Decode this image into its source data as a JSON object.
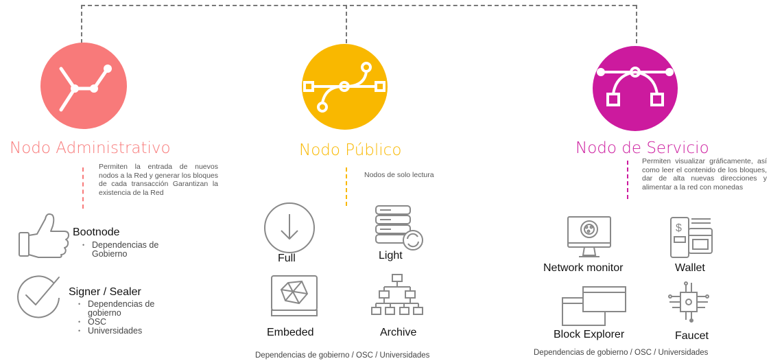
{
  "colors": {
    "admin": "#F87A7A",
    "public": "#F9B800",
    "service": "#CC1A9E",
    "connector": "#777777",
    "icon": "#888888"
  },
  "admin": {
    "title": "Nodo Administrativo",
    "icon": "branch-network-icon",
    "description": "Permiten la entrada de nuevos nodos a la Red y generar los bloques de cada transacción Garantizan la existencia de la Red",
    "items": [
      {
        "label": "Bootnode",
        "icon": "thumbs-up-icon",
        "sub": [
          "Dependencias de Gobierno"
        ]
      },
      {
        "label": "Signer / Sealer",
        "icon": "checkmark-icon",
        "sub": [
          "Dependencias de gobierno",
          "OSC",
          "Universidades"
        ]
      }
    ]
  },
  "public": {
    "title": "Nodo Público",
    "icon": "path-nodes-icon",
    "description": "Nodos de solo lectura",
    "items": [
      {
        "label": "Full",
        "icon": "download-icon"
      },
      {
        "label": "Light",
        "icon": "server-sync-icon"
      },
      {
        "label": "Embeded",
        "icon": "embedded-chip-icon"
      },
      {
        "label": "Archive",
        "icon": "hierarchy-icon"
      }
    ],
    "footer": "Dependencias de gobierno / OSC / Universidades"
  },
  "service": {
    "title": "Nodo de Servicio",
    "icon": "bezier-curve-icon",
    "description": "Permiten visualizar gráficamente, así como leer el contenido de los bloques, dar de alta nuevas direcciones y alimentar a la red con monedas",
    "items": [
      {
        "label": "Network monitor",
        "icon": "monitor-icon"
      },
      {
        "label": "Wallet",
        "icon": "wallet-icon"
      },
      {
        "label": "Block Explorer",
        "icon": "windows-icon"
      },
      {
        "label": "Faucet",
        "icon": "circuit-icon"
      }
    ],
    "footer": "Dependencias de gobierno / OSC / Universidades"
  }
}
